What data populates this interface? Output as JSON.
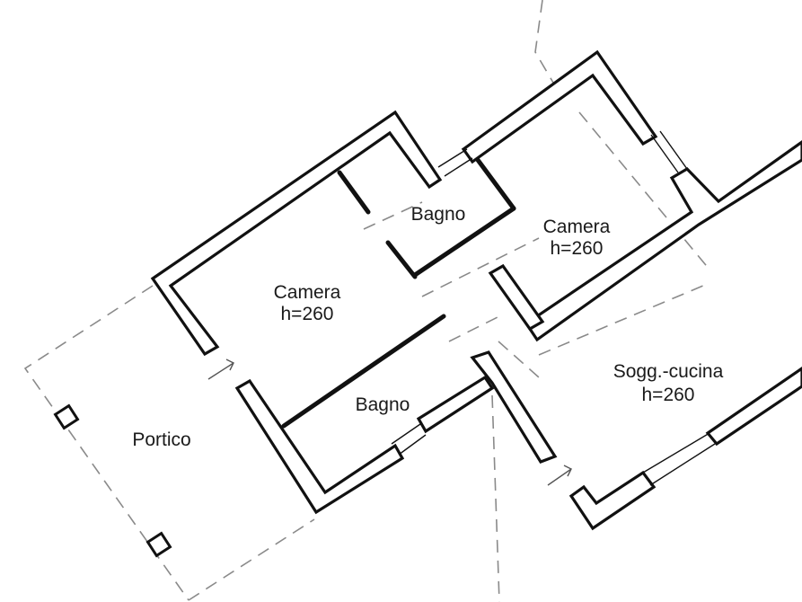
{
  "rooms": {
    "camera_left": {
      "name": "Camera",
      "height": "h=260"
    },
    "bagno_top": {
      "name": "Bagno"
    },
    "camera_right": {
      "name": "Camera",
      "height": "h=260"
    },
    "bagno_bottom": {
      "name": "Bagno"
    },
    "sogg_cucina": {
      "name": "Sogg.-cucina",
      "height": "h=260"
    },
    "portico": {
      "name": "Portico"
    }
  },
  "colors": {
    "wall": "#111111",
    "dash": "#8a8a8a",
    "background": "#ffffff"
  }
}
